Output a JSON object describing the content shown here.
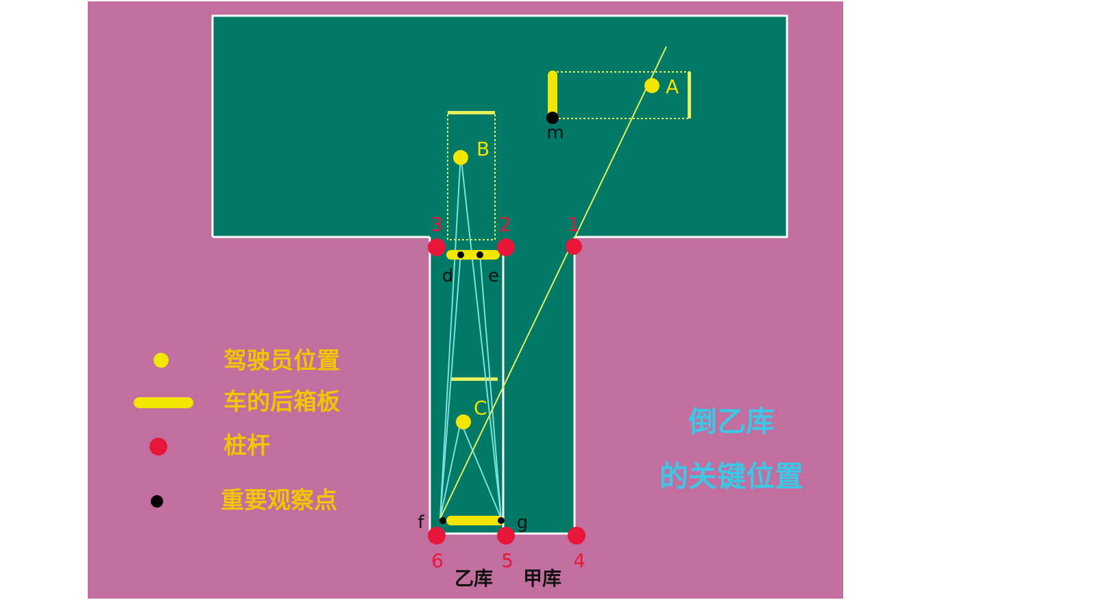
{
  "colors": {
    "background": "#c26e9e",
    "ground": "#007a66",
    "boundary": "#ffffff",
    "driver": "#f2e600",
    "pin": "#e8173a",
    "observation_point": "#000000",
    "sight_line_cyan": "#7fe0e0",
    "sight_line_yellow": "#e8f060",
    "legend_text": "#f5c400",
    "title": "#3cc7e6"
  },
  "title": {
    "line1": "倒乙库",
    "line2": "的关键位置"
  },
  "legend": {
    "driver": "驾驶员位置",
    "trunk": "车的后箱板",
    "pin": "桩杆",
    "observation": "重要观察点"
  },
  "pins": {
    "p1": "1",
    "p2": "2",
    "p3": "3",
    "p4": "4",
    "p5": "5",
    "p6": "6"
  },
  "points": {
    "d": "d",
    "e": "e",
    "f": "f",
    "g": "g",
    "m": "m"
  },
  "drivers": {
    "A": "A",
    "B": "B",
    "C": "C"
  },
  "bays": {
    "yi": "乙库",
    "jia": "甲库"
  }
}
